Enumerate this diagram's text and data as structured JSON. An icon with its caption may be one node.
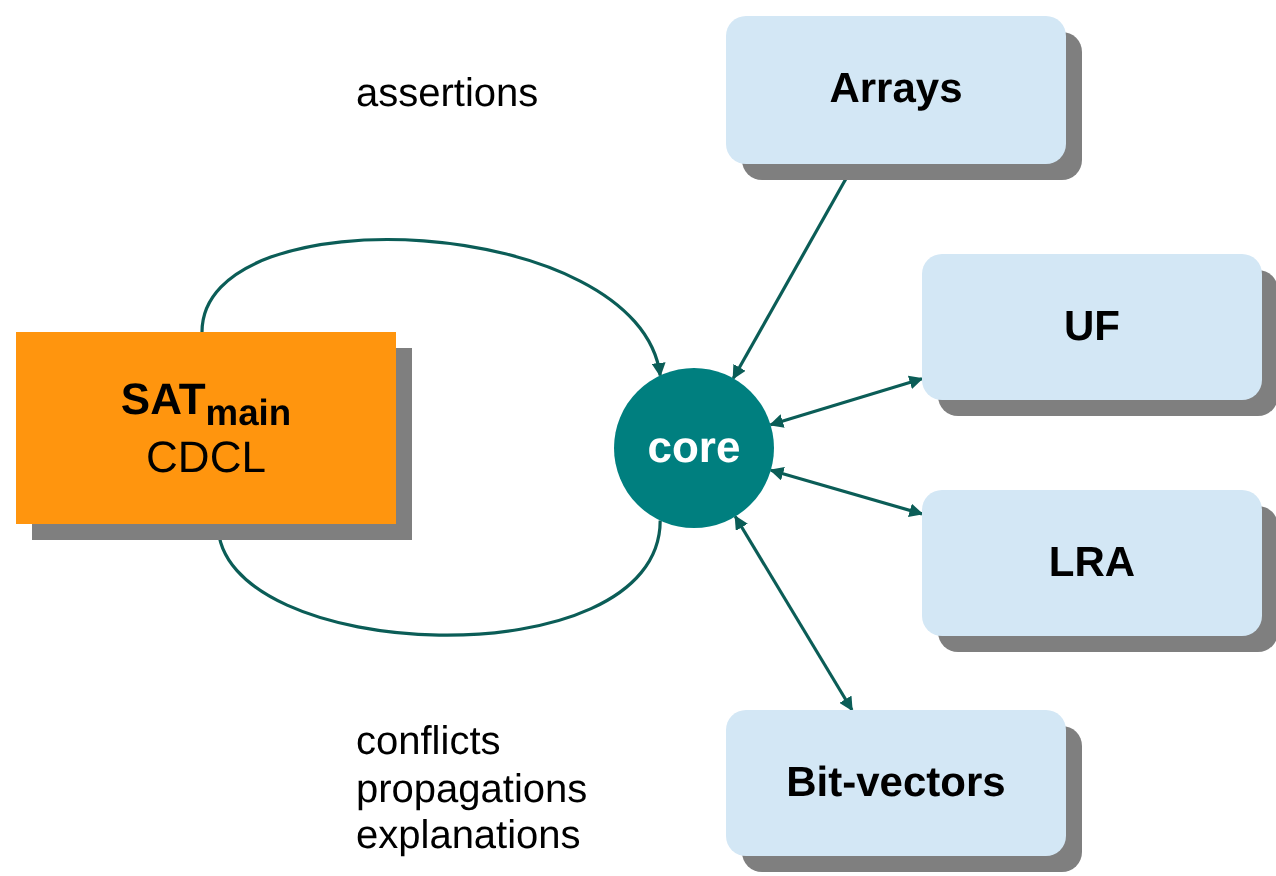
{
  "diagram": {
    "nodes": [
      {
        "text": [
          "SAT$_{main}$",
          "CDCL"
        ]
      },
      {
        "text": [
          "core"
        ]
      },
      {
        "text": [
          "Arrays"
        ]
      },
      {
        "text": [
          "UF"
        ]
      },
      {
        "text": [
          "LRA"
        ]
      },
      {
        "text": [
          "Bit-vectors"
        ]
      }
    ],
    "edges": [
      {
        "from": 0,
        "to": 1,
        "arrow": "to",
        "label": "assertions"
      },
      {
        "from": 1,
        "to": 0,
        "arrow": "to",
        "label": "conflicts propagations explanations"
      },
      {
        "from": 1,
        "to": 2,
        "arrow": "both"
      },
      {
        "from": 1,
        "to": 3,
        "arrow": "both"
      },
      {
        "from": 1,
        "to": 4,
        "arrow": "both"
      },
      {
        "from": 1,
        "to": 5,
        "arrow": "both"
      }
    ]
  }
}
